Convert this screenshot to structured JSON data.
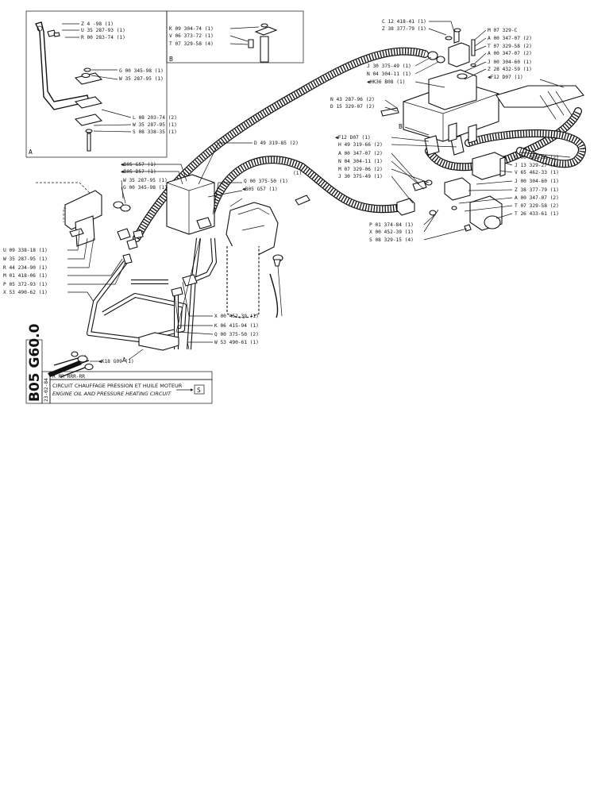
{
  "sheet_code": "B05 G60.0",
  "date_code": "23-02-84",
  "ref_code": "R RR RRR-RR",
  "title_fr": "CIRCUIT CHAUFFAGE PRESSION ET HUILE MOTEUR",
  "title_en": "ENGINE OIL AND PRESSURE HEATING CIRCUIT",
  "see_ref": "S",
  "inset_a": {
    "tag": "A",
    "labels": [
      "Z 4  -98 (1)",
      "U 35 287-93 (1)",
      "R 00 283-74 (1)",
      "G 00 345-98 (1)",
      "W 35 287-95 (1)",
      "L 08 203-74 (2)",
      "W 35 287-95 (1)",
      "S 08 338-35 (1)"
    ]
  },
  "inset_b": {
    "tag": "B",
    "labels": [
      "K 09 304-74 (1)",
      "V 06 373-72 (1)",
      "T 07 329-58 (4)"
    ]
  },
  "labels": {
    "top_left": [
      "U 09 338-18 (1)",
      "W 35 287-95 (1)",
      "R 44 234-90 (1)",
      "M 01 418-06 (1)",
      "P 05 372-93 (1)",
      "X 53 490-62 (1)"
    ],
    "callouts_mid": [
      "B05 G57 (1)",
      "B05 D57 (1)",
      "W 35 287-95 (1)",
      "G 00 345-98 (1)"
    ],
    "hose_label": "D 49 319-85 (2)",
    "filter_top": [
      "(1)",
      "Q 00 375-50 (1)",
      "B05 G57 (1)"
    ],
    "filter_bottom": [
      "X 00 452-39 (1)",
      "K 06 415-94 (1)",
      "Q 00 375-50 (2)",
      "W 53 490-61 (1)"
    ],
    "harness": "K18 G09 (1)",
    "a_marker": "A",
    "b_marker": "B",
    "right_top": [
      "C 12 418-41 (1)",
      "Z 38 377-79 (1)",
      "M 07 329-C",
      "A 00 347-07 (2)",
      "T 07 329-58 (2)",
      "A 00 347-07 (2)",
      "J 30 375-49 (1)",
      "J 00 304-60 (1)",
      "N 04 304-11 (1)",
      "Z 28 432-59 (1)",
      "HK36 B08 (1)",
      "F12 D07 (1)"
    ],
    "right_mid": [
      "N 43 287-96 (2)",
      "D 15 329-07 (2)",
      "F12 D07 (1)",
      "H 49 319-66 (2)",
      "A 00 347-07 (2)",
      "N 04 304-11 (1)",
      "M 07 329-06 (2)",
      "J 30 375-49 (1)"
    ],
    "right_side": [
      "Q 00 375-50 (2)",
      "J 13 329-27 (4)",
      "V 65 462-33 (1)",
      "J 00 304-60 (1)",
      "Z 38 377-79 (1)",
      "A 00 347-07 (2)",
      "T 07 329-58 (2)",
      "T 26 433-61 (1)"
    ],
    "right_bottom": [
      "P 01 374-84 (1)",
      "X 00 452-39 (1)",
      "S 08 329-15 (4)"
    ]
  }
}
